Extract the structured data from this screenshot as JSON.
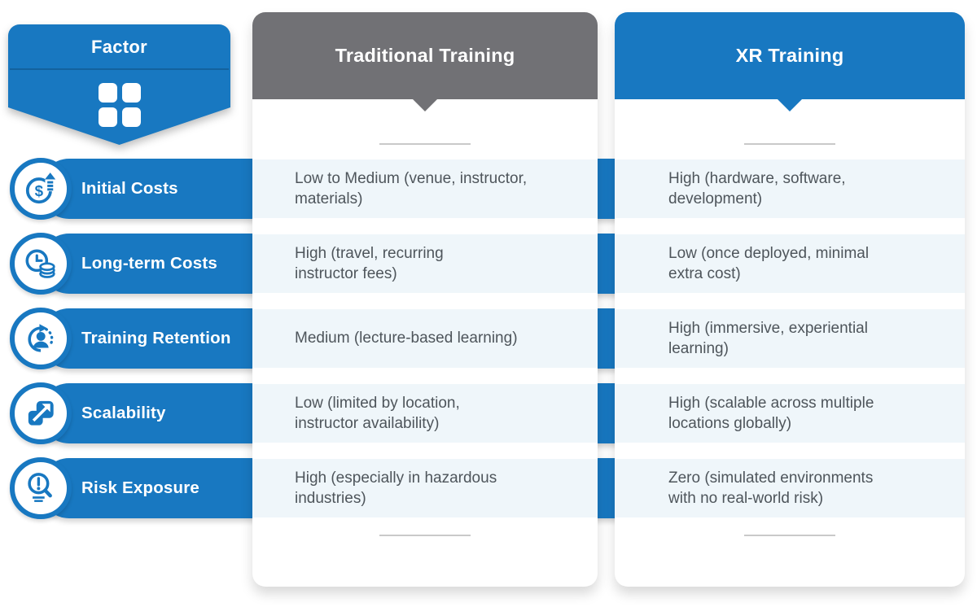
{
  "colors": {
    "blue": "#1878c1",
    "gray": "#717175",
    "stripe_bg": "#eff6fa",
    "cell_text": "#4e555b"
  },
  "factor": {
    "header": {
      "label": "Factor",
      "icon": "grid-icon"
    },
    "rows": [
      {
        "label": "Initial Costs",
        "icon": "rising-cost-icon"
      },
      {
        "label": "Long-term Costs",
        "icon": "clock-coins-icon"
      },
      {
        "label": "Training Retention",
        "icon": "person-refresh-icon"
      },
      {
        "label": "Scalability",
        "icon": "scale-arrow-icon"
      },
      {
        "label": "Risk Exposure",
        "icon": "risk-magnifier-icon"
      }
    ]
  },
  "columns": [
    {
      "id": "traditional",
      "header": "Traditional Training",
      "header_color": "#717175",
      "cells": [
        "Low to Medium (venue, instructor,\nmaterials)",
        "High (travel, recurring\ninstructor fees)",
        "Medium (lecture-based learning)",
        "Low (limited by location,\ninstructor availability)",
        "High (especially in hazardous\nindustries)"
      ]
    },
    {
      "id": "xr",
      "header": "XR Training",
      "header_color": "#1878c1",
      "cells": [
        "High (hardware, software,\ndevelopment)",
        "Low (once deployed, minimal\nextra cost)",
        "High (immersive, experiential\nlearning)",
        "High (scalable across multiple\nlocations globally)",
        "Zero (simulated environments\nwith no real-world risk)"
      ]
    }
  ]
}
